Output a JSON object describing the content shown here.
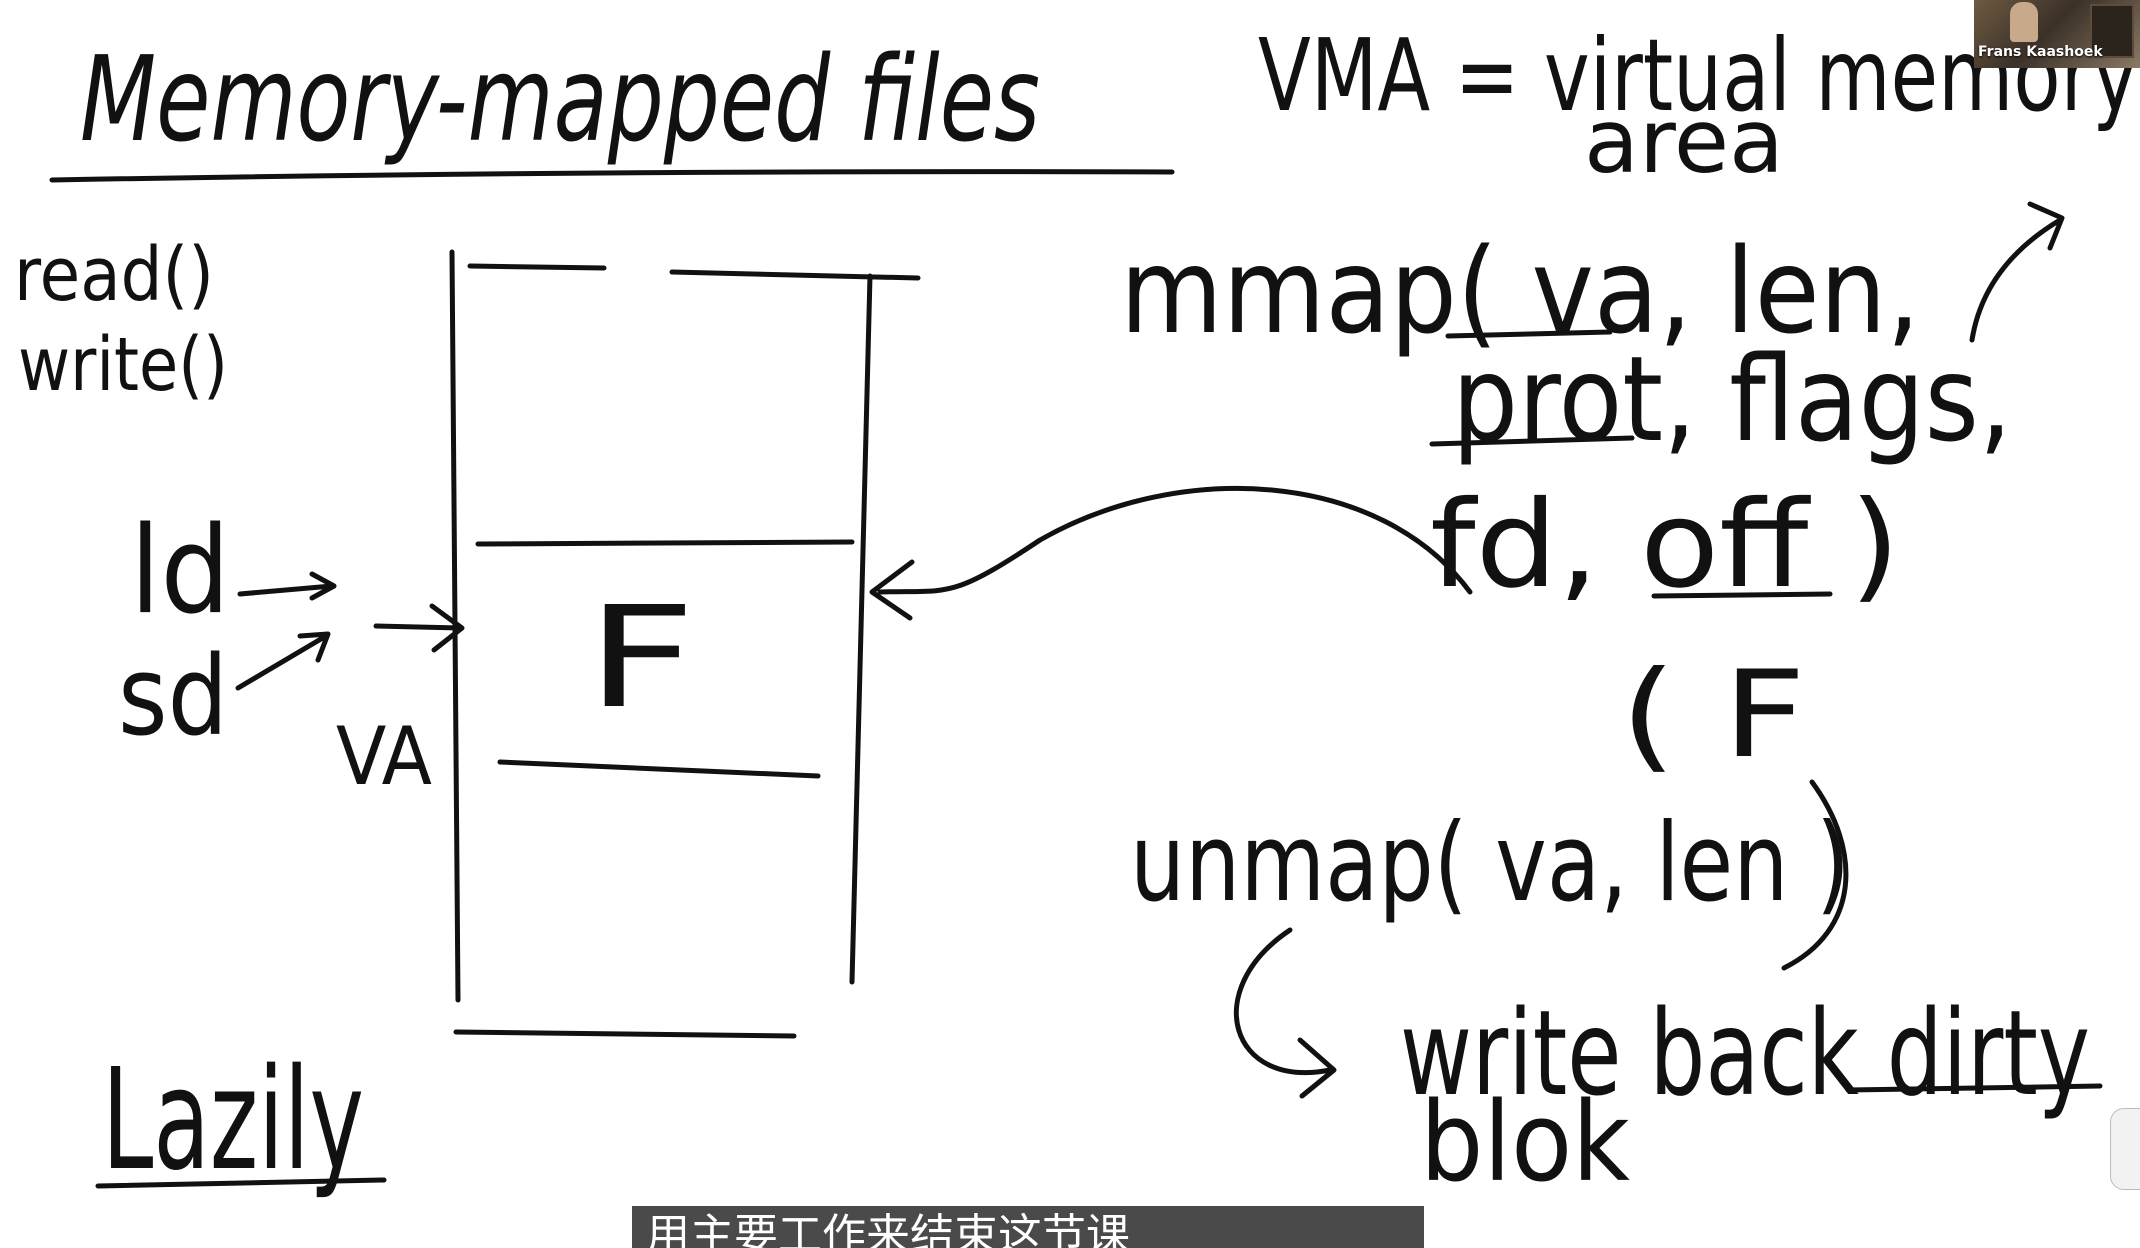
{
  "board": {
    "title": "Memory-mapped files",
    "vma_line1": "VMA = virtual memory",
    "vma_line2": "area",
    "read": "read()",
    "write": "write()",
    "ld": "ld",
    "sd": "sd",
    "va": "VA",
    "file": "F",
    "mmap_line1": "mmap( va, len,",
    "mmap_line2": "prot, flags,",
    "mmap_line3": "fd, off )",
    "paren_f": "( F",
    "unmap": "unmap( va, len )",
    "writeback_line1": "write back dirty",
    "writeback_line2": "blok",
    "lazily": "Lazily"
  },
  "participant": {
    "name": "Frans Kaashoek"
  },
  "subtitle": {
    "text": "用主要工作来结束这节课"
  }
}
